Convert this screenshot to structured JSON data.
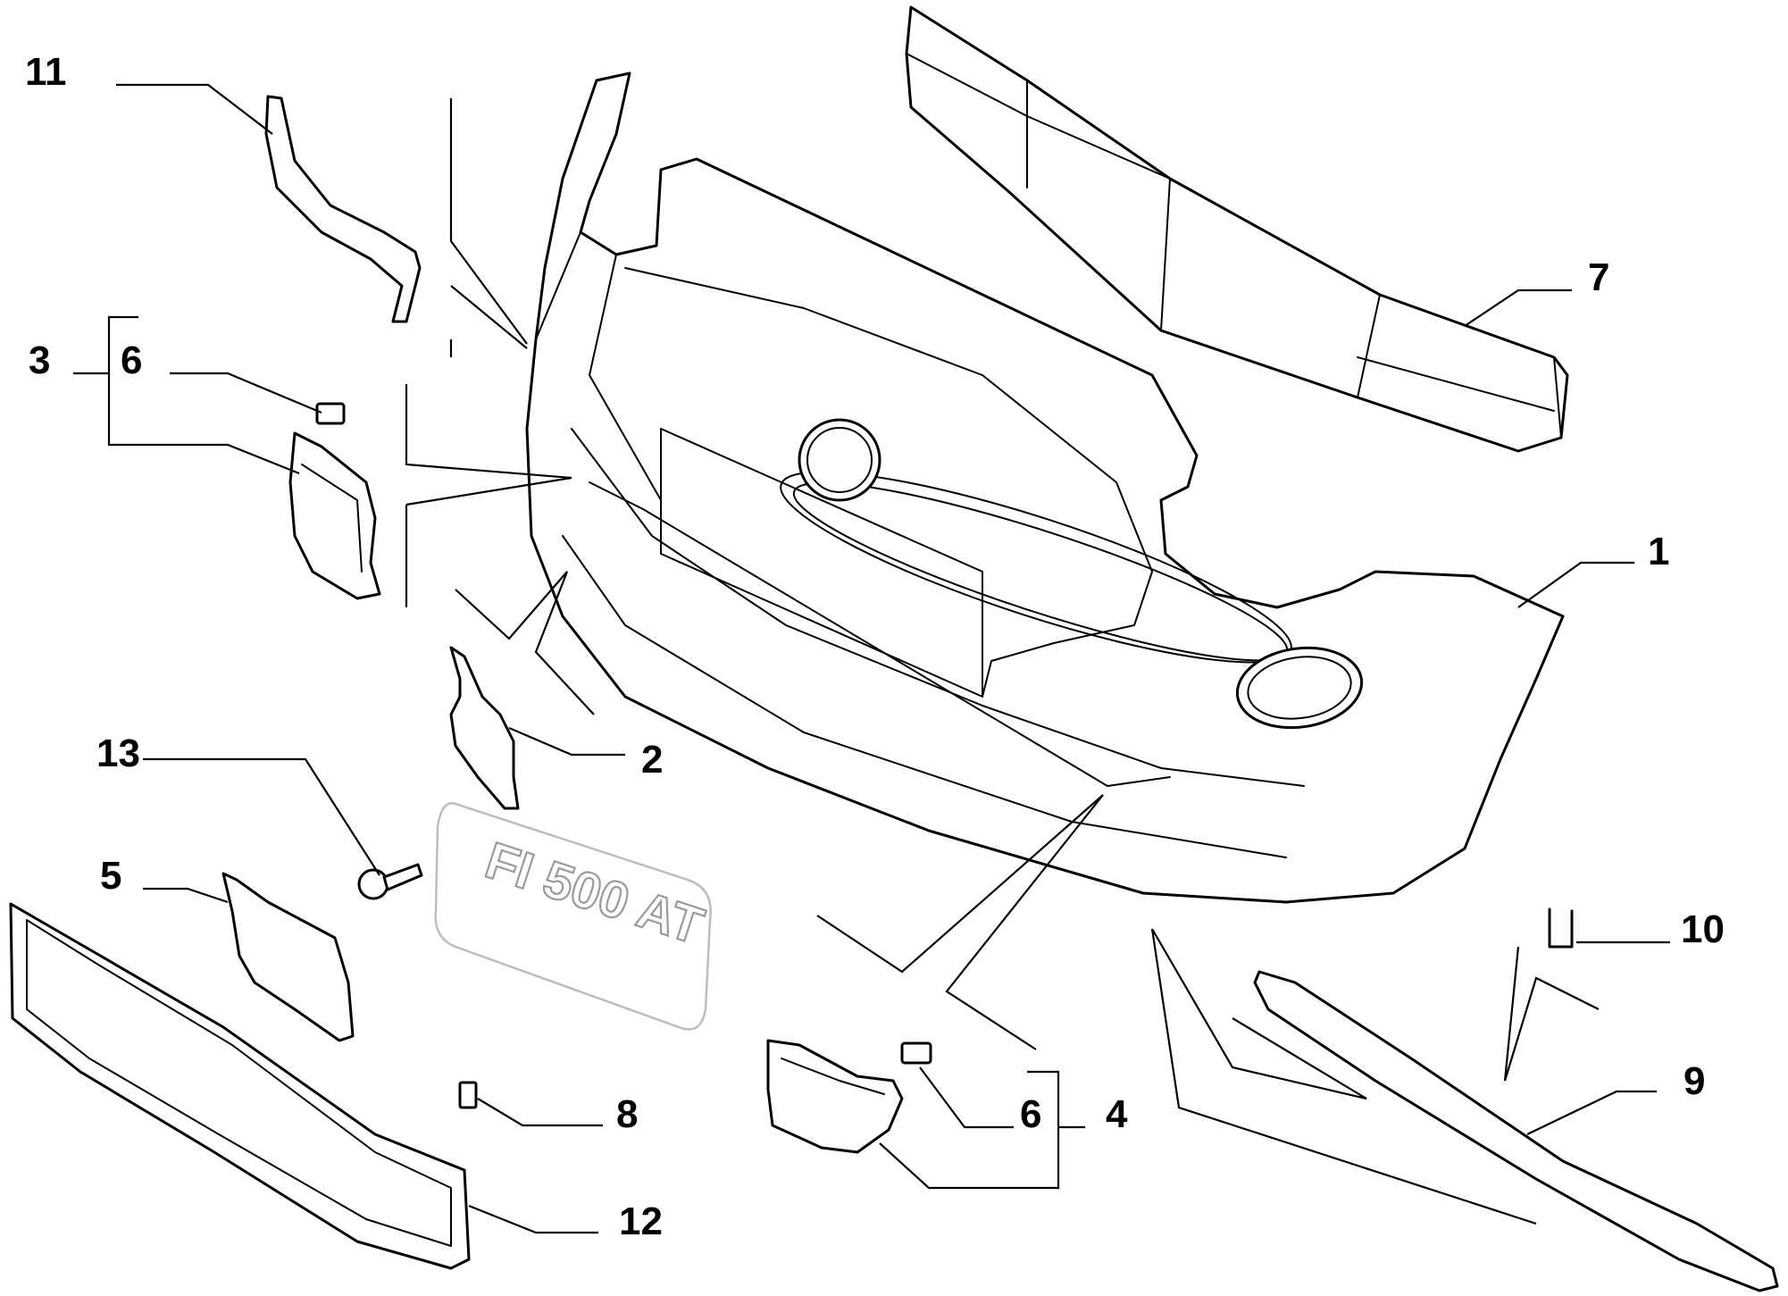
{
  "diagram": {
    "plate_text": "FI 500 AT",
    "callouts": [
      {
        "id": "1",
        "label": "1"
      },
      {
        "id": "2",
        "label": "2"
      },
      {
        "id": "3",
        "label": "3"
      },
      {
        "id": "4",
        "label": "4"
      },
      {
        "id": "5",
        "label": "5"
      },
      {
        "id": "6a",
        "label": "6"
      },
      {
        "id": "6b",
        "label": "6"
      },
      {
        "id": "7",
        "label": "7"
      },
      {
        "id": "8",
        "label": "8"
      },
      {
        "id": "9",
        "label": "9"
      },
      {
        "id": "10",
        "label": "10"
      },
      {
        "id": "11",
        "label": "11"
      },
      {
        "id": "12",
        "label": "12"
      },
      {
        "id": "13",
        "label": "13"
      }
    ],
    "colors": {
      "line": "#000000",
      "plate": "#9a9a9a",
      "background": "#ffffff"
    }
  }
}
